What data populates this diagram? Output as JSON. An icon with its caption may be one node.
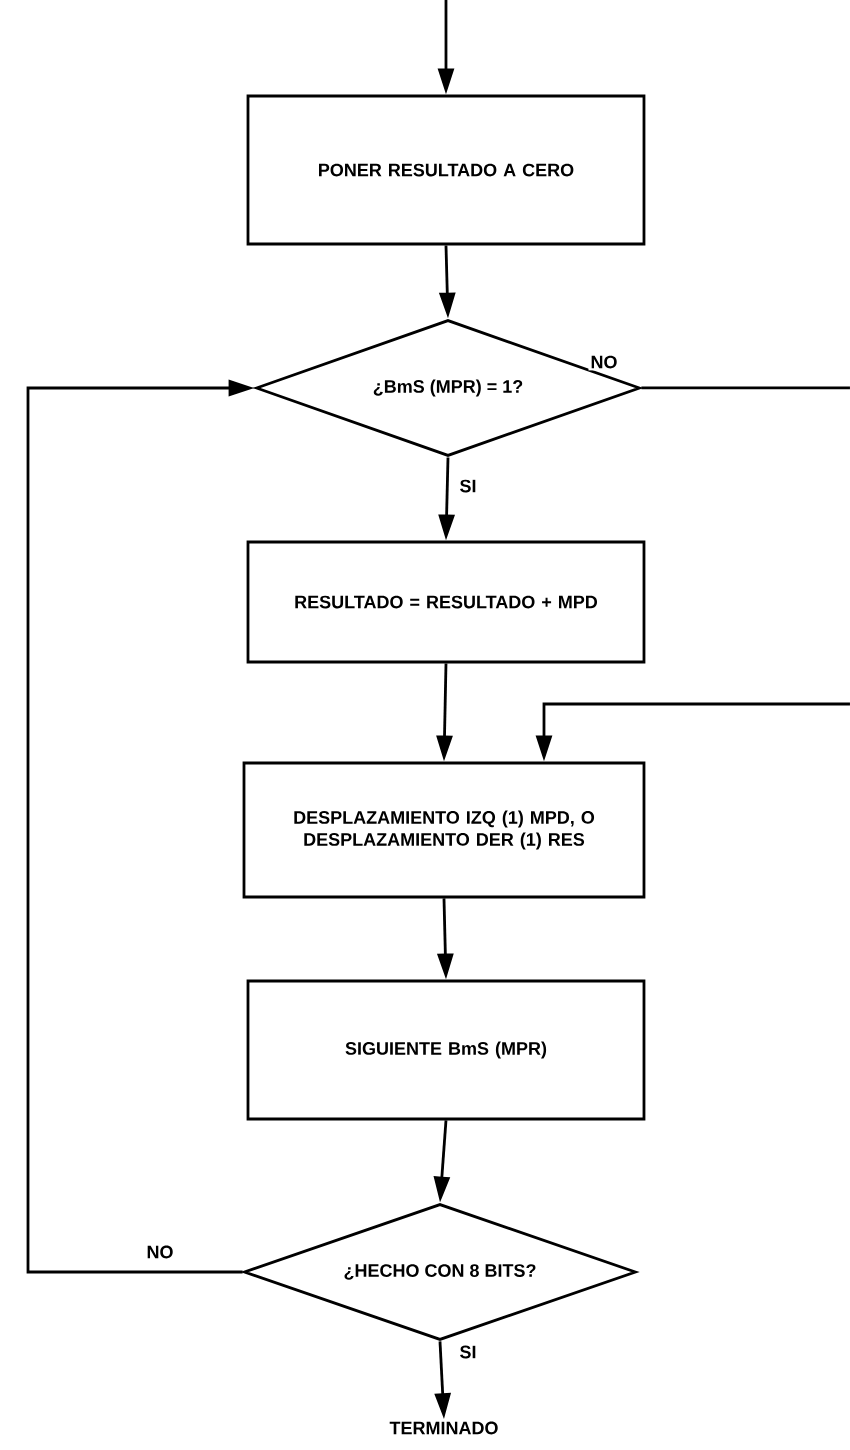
{
  "diagram": {
    "nodes": [
      {
        "text": [
          "PONER RESULTADO A CERO"
        ]
      },
      {
        "text": [
          "¿BmS (MPR) = 1?"
        ]
      },
      {
        "text": [
          "RESULTADO = RESULTADO + MPD"
        ]
      },
      {
        "text": [
          "DESPLAZAMIENTO IZQ (1) MPD, O DESPLAZAMIENTO DER (1) RES"
        ]
      },
      {
        "text": [
          "SIGUIENTE BmS (MPR)"
        ]
      },
      {
        "text": [
          "¿HECHO CON 8 BITS?"
        ]
      },
      {
        "text": [
          "TERMINADO"
        ]
      }
    ],
    "edges": [
      {
        "from": null,
        "to": 0,
        "arrow": "to"
      },
      {
        "from": 0,
        "to": 1,
        "arrow": "to"
      },
      {
        "from": 1,
        "to": 2,
        "arrow": "to",
        "label": "SI"
      },
      {
        "from": 1,
        "to": null,
        "arrow": "none",
        "label": "NO"
      },
      {
        "from": null,
        "to": 3,
        "arrow": "to"
      },
      {
        "from": 2,
        "to": 3,
        "arrow": "to"
      },
      {
        "from": 3,
        "to": 4,
        "arrow": "to"
      },
      {
        "from": 4,
        "to": 5,
        "arrow": "to"
      },
      {
        "from": 5,
        "to": 1,
        "arrow": "to",
        "label": "NO"
      },
      {
        "from": 5,
        "to": 6,
        "arrow": "to",
        "label": "SI"
      }
    ]
  }
}
